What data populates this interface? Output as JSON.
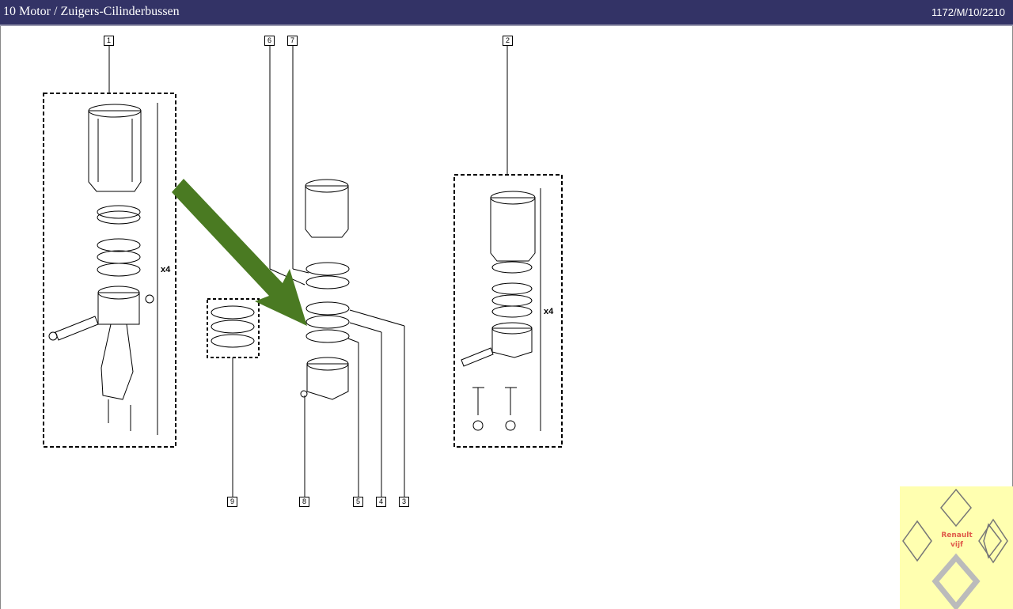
{
  "header": {
    "title": "10 Motor / Zuigers-Cilinderbussen",
    "code": "1172/M/10/2210"
  },
  "diagram": {
    "callouts": {
      "c1": "1",
      "c2": "2",
      "c3": "3",
      "c4": "4",
      "c5": "5",
      "c6": "6",
      "c7": "7",
      "c8": "8",
      "c9": "9"
    },
    "quantity_left": "x4",
    "quantity_right": "x4",
    "arrow_color": "#4a7a22"
  },
  "logo": {
    "line1": "Renault",
    "line2": "vijf"
  }
}
